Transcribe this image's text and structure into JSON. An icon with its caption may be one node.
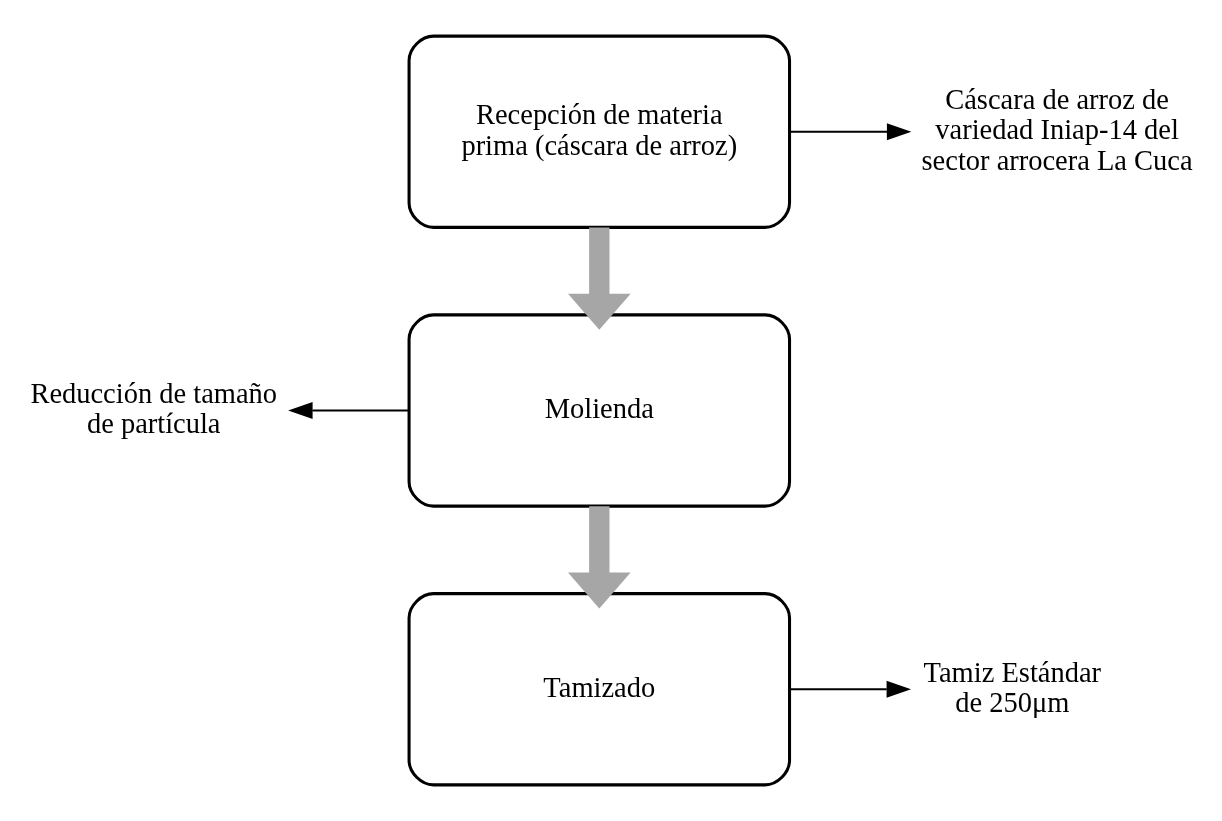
{
  "diagram": {
    "nodes": [
      {
        "text": [
          "Recepción de materia prima (cáscara de arroz)"
        ]
      },
      {
        "text": [
          "Cáscara de arroz de variedad Iniap-14 del sector arrocera La Cuca"
        ]
      },
      {
        "text": [
          "Molienda"
        ]
      },
      {
        "text": [
          "Reducción de tamaño de partícula"
        ]
      },
      {
        "text": [
          "Tamizado"
        ]
      },
      {
        "text": [
          "Tamiz Estándar de 250μm"
        ]
      }
    ],
    "edges": [
      {
        "from": 0,
        "to": 1,
        "arrow": "to"
      },
      {
        "from": 0,
        "to": 2,
        "arrow": "to",
        "style": "thick",
        "color": "#a6a6a6"
      },
      {
        "from": 2,
        "to": 3,
        "arrow": "to"
      },
      {
        "from": 2,
        "to": 4,
        "arrow": "to",
        "style": "thick",
        "color": "#a6a6a6"
      },
      {
        "from": 4,
        "to": 5,
        "arrow": "to"
      }
    ]
  }
}
